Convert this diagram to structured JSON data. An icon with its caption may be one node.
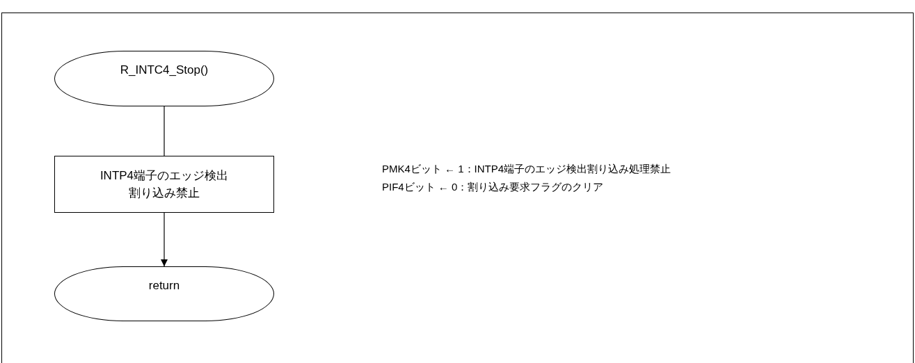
{
  "diagram": {
    "nodes": [
      {
        "text": [
          "R_INTC4_Stop()"
        ]
      },
      {
        "text": [
          "INTP4端子のエッジ検出割り込み禁止"
        ],
        "beside": [
          "PMK4ビット ← 1：INTP4端子のエッジ検出割り込み処理禁止",
          "PIF4ビット ← 0：割り込み要求フラグのクリア"
        ]
      },
      {
        "text": [
          "return"
        ]
      }
    ],
    "edges": [
      {
        "from": 0,
        "to": 1,
        "arrow": "none"
      },
      {
        "from": 1,
        "to": 2,
        "arrow": "to"
      }
    ]
  }
}
